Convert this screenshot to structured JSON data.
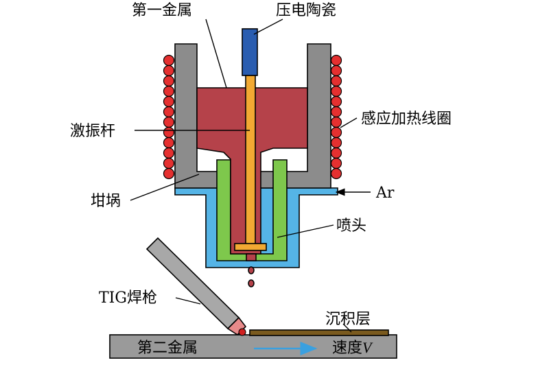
{
  "labels": {
    "first_metal": "第一金属",
    "piezo": "压电陶瓷",
    "vibrating_rod": "激振杆",
    "induction_coil": "感应加热线圈",
    "crucible": "坩埚",
    "argon": "Ar",
    "nozzle": "喷头",
    "tig_torch": "TIG焊枪",
    "deposited_layer": "沉积层",
    "second_metal": "第二金属",
    "speed_prefix": "速度",
    "speed_symbol": "V"
  },
  "colors": {
    "crucible_gray": "#8c8c8c",
    "molten_metal": "#b5424a",
    "rod_orange": "#f2a933",
    "piezo_blue": "#2a5db0",
    "nozzle_green": "#7ec84c",
    "argon_blue": "#55b4e6",
    "coil_red": "#e53030",
    "torch_gray": "#a8a8a8",
    "torch_tip": "#e88a8a",
    "substrate_gray": "#9a9a9a",
    "deposit_brown": "#7a5a1e",
    "speed_arrow": "#3aa0e0"
  }
}
